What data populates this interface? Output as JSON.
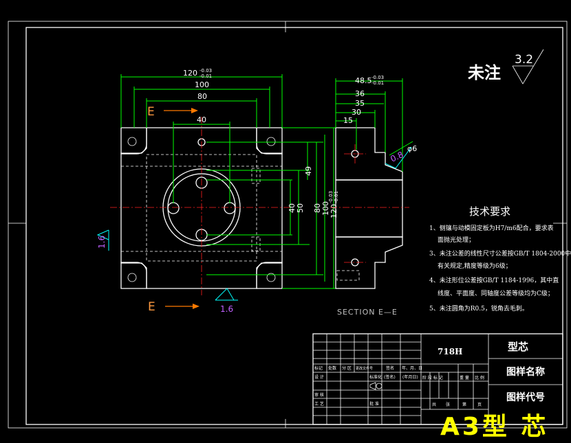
{
  "roughness": {
    "label": "未注",
    "value": "3.2"
  },
  "dims_front": {
    "d120": "120",
    "d120_tol_up": "-0.03",
    "d120_tol_dn": "-0.01",
    "d100": "100",
    "d80": "80",
    "d40": "40",
    "v49": "49",
    "v40": "40",
    "v50": "50",
    "v80": "80",
    "v100": "100",
    "v120": "120",
    "v120_tol_up": "-0.03",
    "v120_tol_dn": "-0.01",
    "rough_left": "1.6",
    "rough_bottom": "1.6"
  },
  "dims_side": {
    "d48": "48.5",
    "d48_tol_up": "-0.03",
    "d48_tol_dn": "-0.01",
    "d36": "36",
    "d35": "35",
    "d30": "30",
    "d15": "15",
    "phi6": "φ6",
    "rough": "0.8"
  },
  "section_marks": {
    "top": "E",
    "bottom": "E",
    "section_label": "SECTION E—E"
  },
  "tech_req": {
    "title": "技术要求",
    "items": [
      "1、侧镶与动模固定板为H7/m6配合，要求表",
      "面抛光处理；",
      "3、未注公差的线性尺寸公差按GB/T 1804-2000中",
      "有关规定,精度等级为6级；",
      "4、未注形位公差按GB/T 1184-1996，其中直",
      "线度、平面度、同轴度公差等级均为C级；",
      "5、未注圆角为R0.5，锐角去毛刺。"
    ]
  },
  "title_block": {
    "material": "718H",
    "part_name": "型芯",
    "drawing_name_label": "图样名称",
    "drawing_code_label": "图样代号",
    "row_labels": [
      "标记",
      "处数",
      "分 区",
      "更改文件号",
      "签名",
      "年、月、日"
    ],
    "designer": "设 计",
    "std": "标准化",
    "std_sign": "(签名)",
    "std_date": "(年月日)",
    "stage_labels": [
      "阶 段 标 记",
      "重 量",
      "比 例"
    ],
    "review": "审 核",
    "process": "工 艺",
    "approve": "批 准",
    "sheet_labels": [
      "共",
      "张",
      "第",
      "页"
    ]
  },
  "sheet_format": "A3型 芯"
}
